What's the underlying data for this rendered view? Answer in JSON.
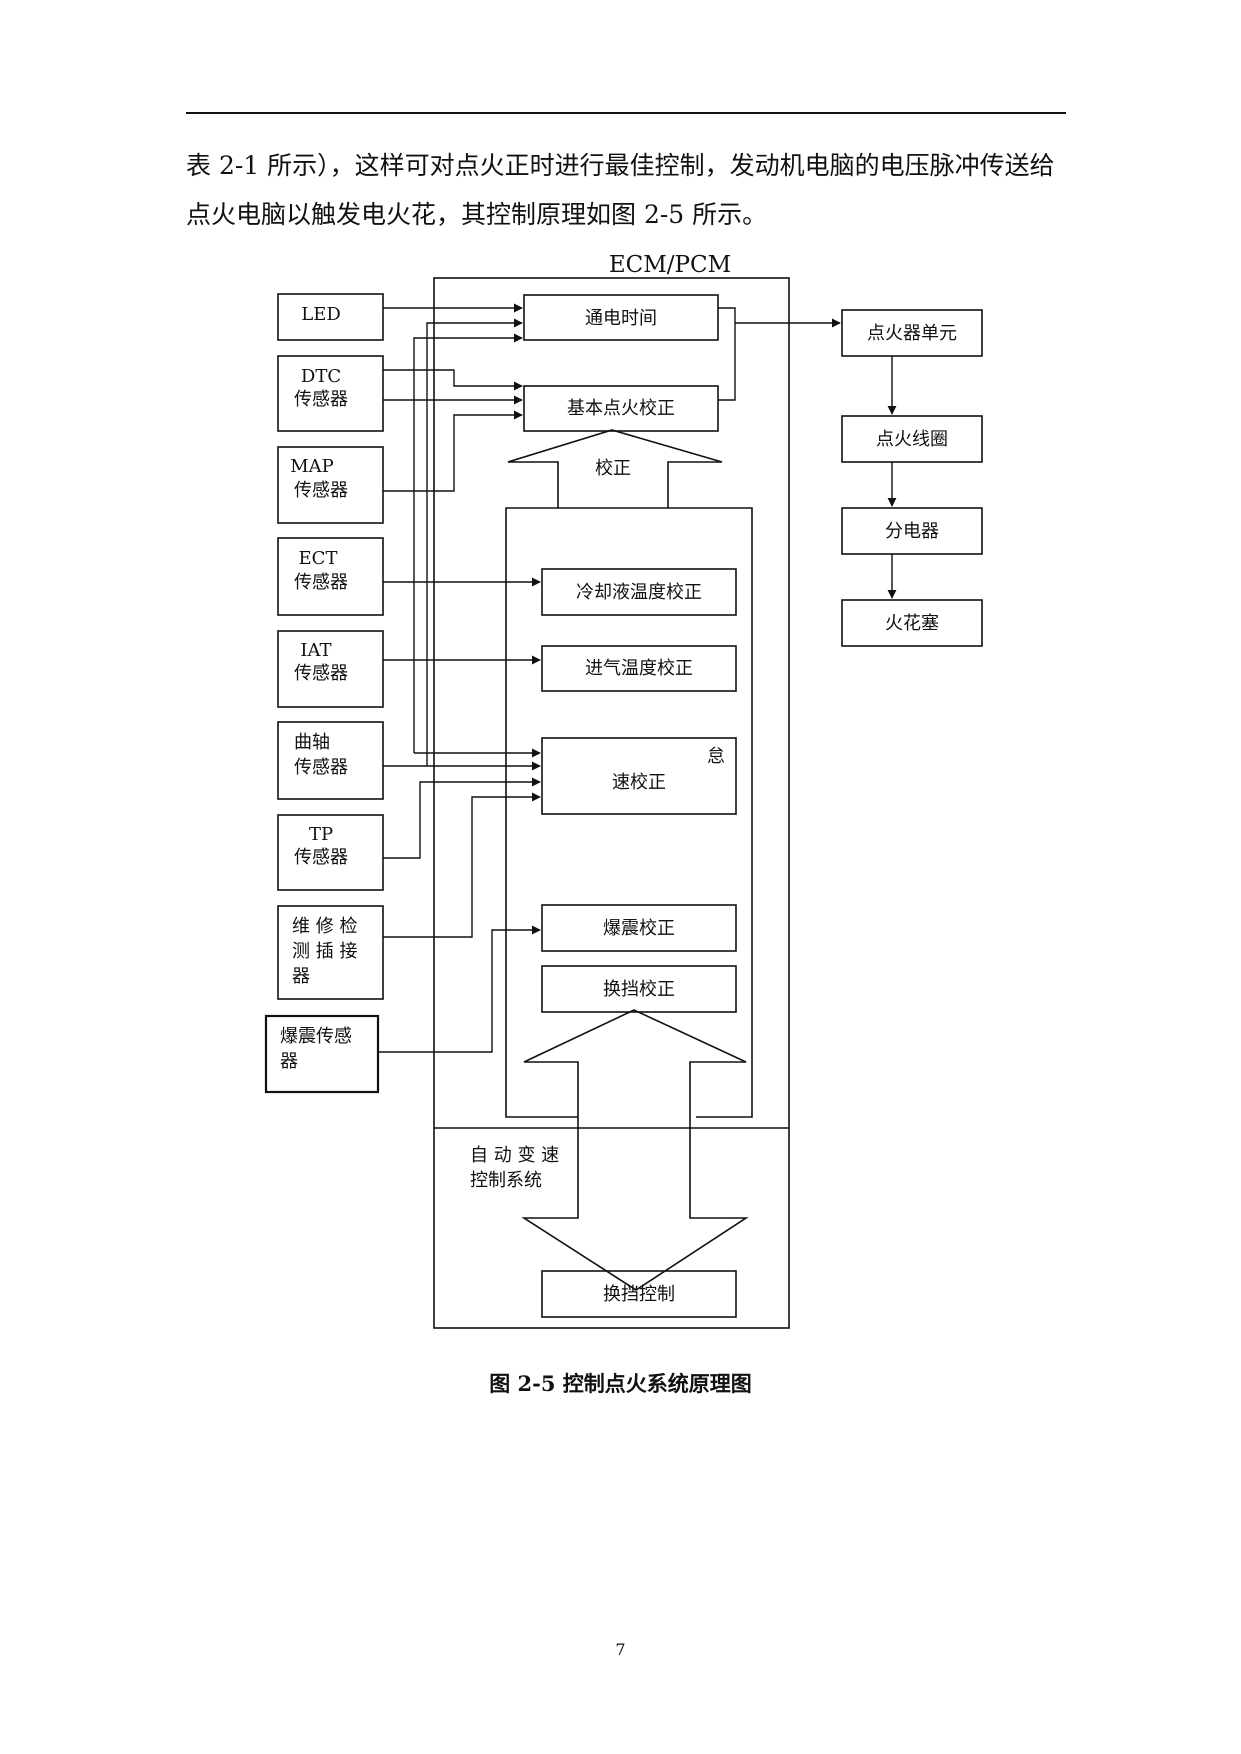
{
  "paragraph": {
    "line1": "表 2-1 所示），这样可对点火正时进行最佳控制，发动机电脑的电压脉冲传送给",
    "line2": "点火电脑以触发电火花，其控制原理如图 2-5 所示。"
  },
  "diagram": {
    "title": "ECM/PCM",
    "inputs": {
      "led": "LED",
      "dtc": [
        "DTC",
        "传感器"
      ],
      "map": [
        "MAP",
        "传感器"
      ],
      "ect": [
        "ECT",
        "传感器"
      ],
      "iat": [
        "IAT",
        "传感器"
      ],
      "crank": [
        "曲轴",
        "传感器"
      ],
      "tp": [
        "TP",
        "传感器"
      ],
      "service": [
        "维 修 检",
        "测 插 接",
        "器"
      ],
      "knock": [
        "爆震传感",
        "器"
      ]
    },
    "ecm": {
      "dwell": "通电时间",
      "base": "基本点火校正",
      "correction": "校正",
      "coolant": "冷却液温度校正",
      "intake": "进气温度校正",
      "idle": [
        "怠",
        "速校正"
      ],
      "knock_corr": "爆震校正",
      "shift_corr": "换挡校正",
      "at_system": [
        "自 动 变 速",
        "控制系统"
      ],
      "shift_ctrl": "换挡控制"
    },
    "outputs": [
      "点火器单元",
      "点火线圈",
      "分电器",
      "火花塞"
    ]
  },
  "caption": "图 2-5  控制点火系统原理图",
  "page_number": "7"
}
